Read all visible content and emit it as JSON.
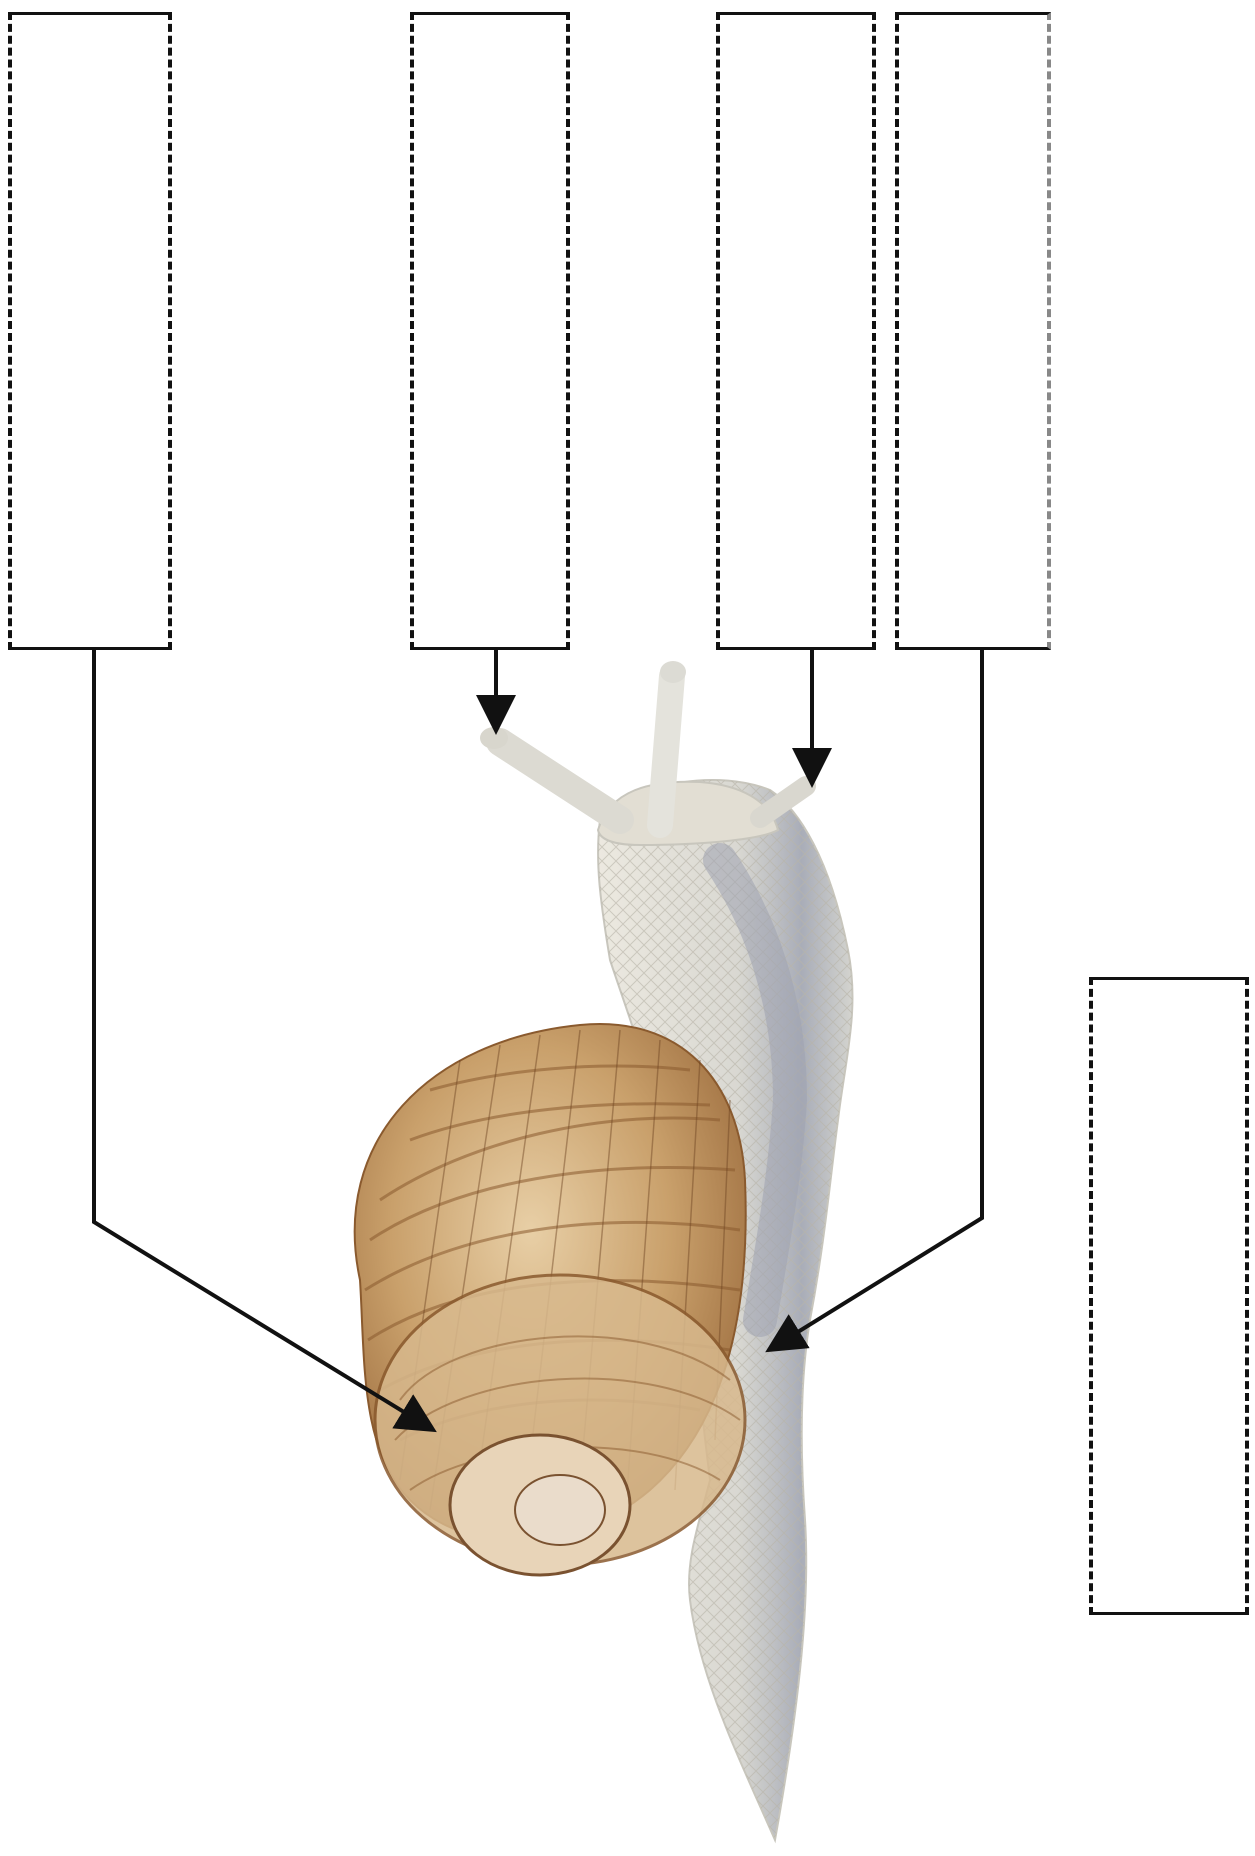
{
  "diagram": {
    "subject": "snail",
    "labels": [
      {
        "id": "box-1",
        "text": ""
      },
      {
        "id": "box-2",
        "text": ""
      },
      {
        "id": "box-3",
        "text": ""
      },
      {
        "id": "box-4",
        "text": ""
      },
      {
        "id": "box-5",
        "text": ""
      }
    ],
    "colors": {
      "line": "#111111",
      "shell_base": "#c9a06b",
      "shell_stripe": "#8a5a2e",
      "body": "#e6e4dc",
      "body_shadow": "#a9adb8"
    }
  }
}
